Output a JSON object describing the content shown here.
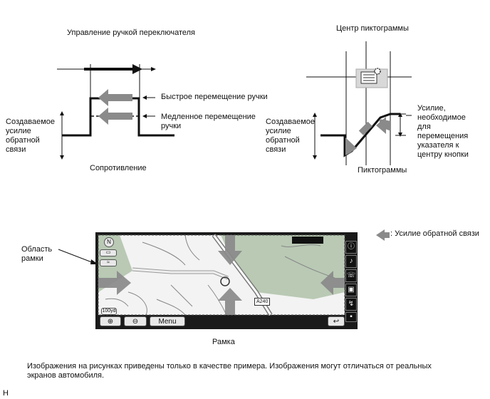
{
  "left_diagram": {
    "title": "Управление ручкой переключателя",
    "label_fast": "Быстрое перемещение ручки",
    "label_slow_1": "Медленное перемещение",
    "label_slow_2": "ручки",
    "y_axis_label": "Создаваемое усилие обратной связи",
    "x_axis_label": "Сопротивление"
  },
  "right_diagram": {
    "title": "Центр пиктограммы",
    "y_axis_label": "Создаваемое усилие обратной связи",
    "x_axis_label": "Пиктограммы",
    "force_label": "Усилие, необходимое для перемещения указателя к центру кнопки"
  },
  "screen": {
    "frame_area_label": "Область рамки",
    "legend_label": ": Усилие обратной связи",
    "caption": "Рамка",
    "scale_label": "100yd",
    "road_label": "A240",
    "zoom_in_label": "⊕",
    "zoom_out_label": "⊖",
    "menu_label": "Menu",
    "back_label": "↩",
    "sidebar_icons": [
      "info-icon",
      "music-icon",
      "phone-icon",
      "car-icon",
      "navigation-icon",
      "display-icon"
    ]
  },
  "footer": {
    "note": "Изображения на рисунках приведены только в качестве примера. Изображения могут отличаться от реальных экранов автомобиля.",
    "code": "H"
  },
  "colors": {
    "arrow_gray": "#8a8a8a",
    "map_green": "#b9c9b4",
    "road_white": "#ffffff",
    "screen_frame": "#1a1a1a"
  }
}
